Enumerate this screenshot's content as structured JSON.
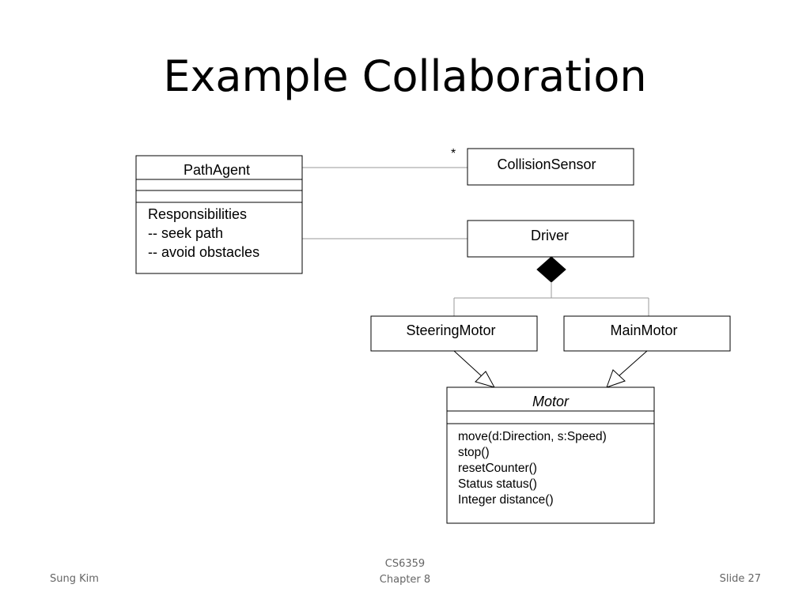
{
  "slide": {
    "title": "Example Collaboration"
  },
  "diagram": {
    "multiplicity": "*",
    "classes": {
      "path_agent": {
        "name": "PathAgent",
        "responsibilities": [
          "Responsibilities",
          "-- seek path",
          "-- avoid obstacles"
        ]
      },
      "collision_sensor": {
        "name": "CollisionSensor"
      },
      "driver": {
        "name": "Driver"
      },
      "steering_motor": {
        "name": "SteeringMotor"
      },
      "main_motor": {
        "name": "MainMotor"
      },
      "motor": {
        "name": "Motor",
        "operations": [
          "move(d:Direction, s:Speed)",
          "stop()",
          "resetCounter()",
          "Status status()",
          "Integer distance()"
        ]
      }
    }
  },
  "footer": {
    "author": "Sung Kim",
    "course": "CS6359",
    "chapter": "Chapter 8",
    "slide_number": "Slide 27"
  }
}
